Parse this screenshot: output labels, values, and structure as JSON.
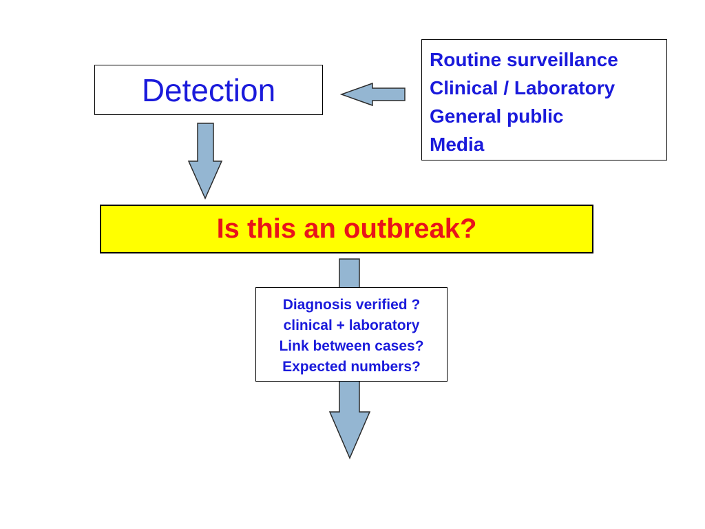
{
  "detection": {
    "label": "Detection"
  },
  "sources": {
    "items": [
      "Routine surveillance",
      "Clinical / Laboratory",
      "General public",
      "Media"
    ]
  },
  "question": {
    "label": "Is this an outbreak?"
  },
  "checks": {
    "items": [
      "Diagnosis verified ?",
      "clinical + laboratory",
      "Link between cases?",
      "Expected numbers?"
    ]
  },
  "colors": {
    "text_blue": "#1a1adb",
    "question_text": "#e8141b",
    "question_fill": "#ffff00",
    "arrow_fill": "#94b6d2",
    "arrow_stroke": "#2b2b2b"
  }
}
